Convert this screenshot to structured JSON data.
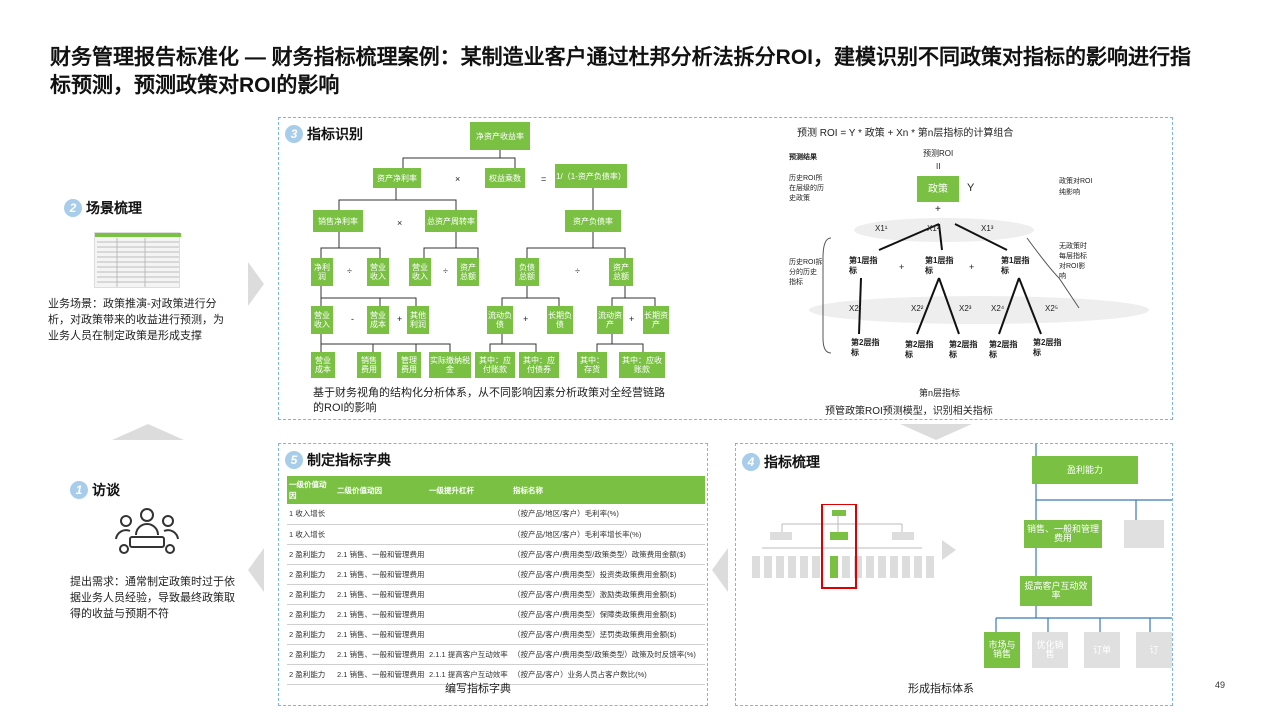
{
  "title": "财务管理报告标准化 — 财务指标梳理案例：某制造业客户通过杜邦分析法拆分ROI，建模识别不同政策对指标的影响进行指标预测，预测政策对ROI的影响",
  "page_number": "49",
  "steps": {
    "s1": {
      "num": "1",
      "title": "访谈",
      "desc": "提出需求：通常制定政策时过于依据业务人员经验，导致最终政策取得的收益与预期不符"
    },
    "s2": {
      "num": "2",
      "title": "场景梳理",
      "desc": "业务场景：政策推演-对政策进行分析，对政策带来的收益进行预测，为业务人员在制定政策是形成支撑"
    },
    "s3": {
      "num": "3",
      "title": "指标识别",
      "caption": "基于财务视角的结构化分析体系，从不同影响因素分析政策对全经营链路的ROI的影响"
    },
    "s4": {
      "num": "4",
      "title": "指标梳理",
      "caption": "形成指标体系"
    },
    "s5": {
      "num": "5",
      "title": "制定指标字典",
      "caption": "编写指标字典"
    }
  },
  "dupont": {
    "root": "净资产收益率",
    "l1": [
      "资产净利率",
      "权益乘数"
    ],
    "ops": [
      "×",
      "=",
      "1/（1-资产负债率）"
    ],
    "l2": [
      "销售净利率",
      "总资产周转率",
      "资产负债率"
    ],
    "l3": [
      "净利润",
      "营业收入",
      "营业收入",
      "资产总额",
      "负债总额",
      "资产总额"
    ],
    "l4": [
      "营业收入",
      "营业成本",
      "其他利润",
      "流动负债",
      "长期负债",
      "流动资产",
      "长期资产"
    ],
    "l5": [
      "营业成本",
      "销售费用",
      "管理费用",
      "实际缴纳税金",
      "其中：应付账款",
      "其中：应付债券",
      "其中：存货",
      "其中：应收账款"
    ]
  },
  "model": {
    "formula": "预测 ROI = Y * 政策 + Xn * 第n层指标的计算组合",
    "pred_result": "预测结果",
    "pred_roi": "预测ROI",
    "pred_eq": "II",
    "policy": "政策",
    "y": "Y",
    "policy_note": "政策对ROI纯影响",
    "hist_label": "历史ROI所在层级的历史政策",
    "hist_label2": "历史ROI拆分的历史指标",
    "plus": "+",
    "layer1": [
      "第1层指标",
      "第1层指标",
      "第1层指标"
    ],
    "layer2": [
      "第2层指标",
      "第2层指标",
      "第2层指标",
      "第2层指标",
      "第2层指标"
    ],
    "xs1": [
      "X1¹",
      "X1²",
      "X1³"
    ],
    "xs2": [
      "X2¹",
      "X2²",
      "X2³",
      "X2⁴",
      "X2⁵"
    ],
    "no_policy": "无政策时每层指标对ROI影响",
    "layer_n": "第n层指标",
    "caption": "预管政策ROI预测模型，识别相关指标"
  },
  "dict_table": {
    "headers": [
      "一级价值动因",
      "二级价值动因",
      "一级提升杠杆",
      "指标名称"
    ],
    "rows": [
      [
        "1 收入增长",
        "",
        "",
        "（按产品/地区/客户）毛利率(%)"
      ],
      [
        "1 收入增长",
        "",
        "",
        "（按产品/地区/客户）毛利率增长率(%)"
      ],
      [
        "2 盈利能力",
        "2.1 销售、一般和管理费用",
        "",
        "（按产品/客户/费用类型/政策类型）政策费用金额($)"
      ],
      [
        "2 盈利能力",
        "2.1 销售、一般和管理费用",
        "",
        "（按产品/客户/费用类型）投资类政策费用金额($)"
      ],
      [
        "2 盈利能力",
        "2.1 销售、一般和管理费用",
        "",
        "（按产品/客户/费用类型）激励类政策费用金额($)"
      ],
      [
        "2 盈利能力",
        "2.1 销售、一般和管理费用",
        "",
        "（按产品/客户/费用类型）保障类政策费用金额($)"
      ],
      [
        "2 盈利能力",
        "2.1 销售、一般和管理费用",
        "",
        "（按产品/客户/费用类型）惩罚类政策费用金额($)"
      ],
      [
        "2 盈利能力",
        "2.1 销售、一般和管理费用",
        "2.1.1 提高客户互动效率",
        "（按产品/客户/费用类型/政策类型）政策及时反馈率(%)"
      ],
      [
        "2 盈利能力",
        "2.1 销售、一般和管理费用",
        "2.1.1 提高客户互动效率",
        "（按产品/客户）业务人员占客户数比(%)"
      ]
    ]
  },
  "tree": {
    "top": "盈利能力",
    "mid1": "销售、一般和管理费用",
    "mid2": "提高客户互动效率",
    "leaves": [
      "市场与销售",
      "优化销售",
      "订单",
      "订"
    ]
  },
  "colors": {
    "green": "#7ac143",
    "blue_border": "#7fb6dc",
    "badge": "#a8cdea"
  }
}
